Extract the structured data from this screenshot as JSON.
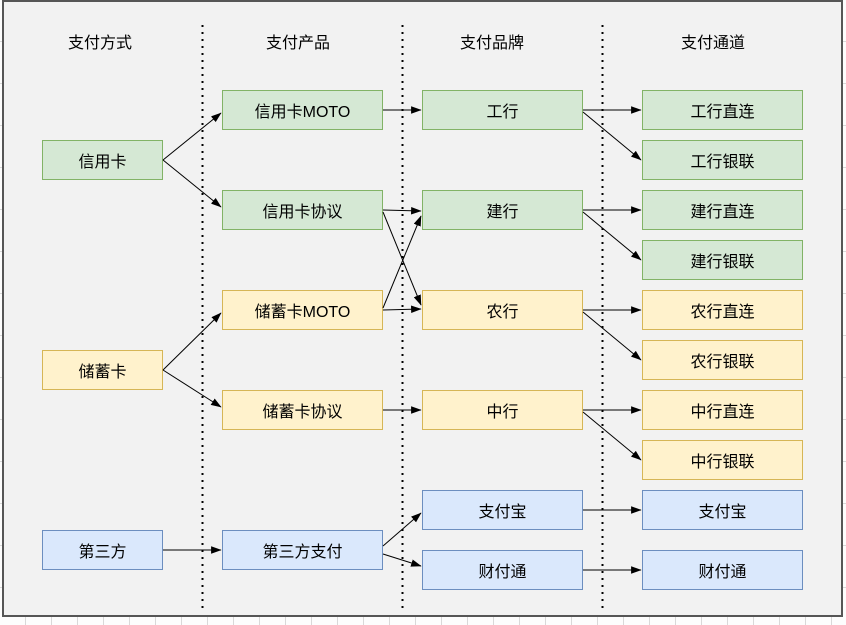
{
  "columns": [
    {
      "label": "支付方式"
    },
    {
      "label": "支付产品"
    },
    {
      "label": "支付品牌"
    },
    {
      "label": "支付通道"
    }
  ],
  "nodes": {
    "credit_card": {
      "label": "信用卡",
      "color": "green"
    },
    "debit_card": {
      "label": "储蓄卡",
      "color": "yellow"
    },
    "third_party": {
      "label": "第三方",
      "color": "blue"
    },
    "credit_moto": {
      "label": "信用卡MOTO",
      "color": "green"
    },
    "credit_agreement": {
      "label": "信用卡协议",
      "color": "green"
    },
    "debit_moto": {
      "label": "储蓄卡MOTO",
      "color": "yellow"
    },
    "debit_agreement": {
      "label": "储蓄卡协议",
      "color": "yellow"
    },
    "third_party_pay": {
      "label": "第三方支付",
      "color": "blue"
    },
    "icbc": {
      "label": "工行",
      "color": "green"
    },
    "ccb": {
      "label": "建行",
      "color": "green"
    },
    "abc": {
      "label": "农行",
      "color": "yellow"
    },
    "boc": {
      "label": "中行",
      "color": "yellow"
    },
    "alipay_brand": {
      "label": "支付宝",
      "color": "blue"
    },
    "tenpay_brand": {
      "label": "财付通",
      "color": "blue"
    },
    "icbc_direct": {
      "label": "工行直连",
      "color": "green"
    },
    "icbc_unionpay": {
      "label": "工行银联",
      "color": "green"
    },
    "ccb_direct": {
      "label": "建行直连",
      "color": "green"
    },
    "ccb_unionpay": {
      "label": "建行银联",
      "color": "green"
    },
    "abc_direct": {
      "label": "农行直连",
      "color": "yellow"
    },
    "abc_unionpay": {
      "label": "农行银联",
      "color": "yellow"
    },
    "boc_direct": {
      "label": "中行直连",
      "color": "yellow"
    },
    "boc_unionpay": {
      "label": "中行银联",
      "color": "yellow"
    },
    "alipay_channel": {
      "label": "支付宝",
      "color": "blue"
    },
    "tenpay_channel": {
      "label": "财付通",
      "color": "blue"
    }
  },
  "edges": [
    {
      "from": "credit_card",
      "to": "credit_moto"
    },
    {
      "from": "credit_card",
      "to": "credit_agreement"
    },
    {
      "from": "debit_card",
      "to": "debit_moto"
    },
    {
      "from": "debit_card",
      "to": "debit_agreement"
    },
    {
      "from": "third_party",
      "to": "third_party_pay"
    },
    {
      "from": "credit_moto",
      "to": "icbc"
    },
    {
      "from": "credit_agreement",
      "to": "ccb"
    },
    {
      "from": "credit_agreement",
      "to": "abc"
    },
    {
      "from": "debit_moto",
      "to": "ccb"
    },
    {
      "from": "debit_moto",
      "to": "abc"
    },
    {
      "from": "debit_agreement",
      "to": "boc"
    },
    {
      "from": "third_party_pay",
      "to": "alipay_brand"
    },
    {
      "from": "third_party_pay",
      "to": "tenpay_brand"
    },
    {
      "from": "icbc",
      "to": "icbc_direct"
    },
    {
      "from": "icbc",
      "to": "icbc_unionpay"
    },
    {
      "from": "ccb",
      "to": "ccb_direct"
    },
    {
      "from": "ccb",
      "to": "ccb_unionpay"
    },
    {
      "from": "abc",
      "to": "abc_direct"
    },
    {
      "from": "abc",
      "to": "abc_unionpay"
    },
    {
      "from": "boc",
      "to": "boc_direct"
    },
    {
      "from": "boc",
      "to": "boc_unionpay"
    },
    {
      "from": "alipay_brand",
      "to": "alipay_channel"
    },
    {
      "from": "tenpay_brand",
      "to": "tenpay_channel"
    }
  ],
  "colors": {
    "green_fill": "#d5e8d4",
    "green_border": "#82b366",
    "yellow_fill": "#fff2cc",
    "yellow_border": "#d6b656",
    "blue_fill": "#dae8fc",
    "blue_border": "#6c8ebf",
    "panel_bg": "#f2f2f2",
    "panel_border": "#565656",
    "line": "#000000"
  }
}
